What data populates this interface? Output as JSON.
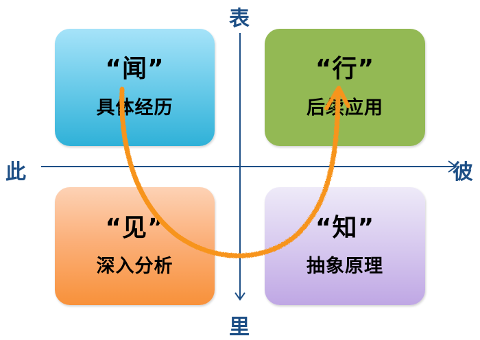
{
  "axes": {
    "top": "表",
    "bottom": "里",
    "left": "此",
    "right": "彼",
    "color": "#1d4f86"
  },
  "quadrants": {
    "top_left": {
      "title": "“闻”",
      "subtitle": "具体经历",
      "color": "#4fc0e3"
    },
    "top_right": {
      "title": "“行”",
      "subtitle": "后续应用",
      "color": "#93b954"
    },
    "bottom_left": {
      "title": "“见”",
      "subtitle": "深入分析",
      "color": "#fab07a"
    },
    "bottom_right": {
      "title": "“知”",
      "subtitle": "抽象原理",
      "color": "#d5c6ee"
    }
  },
  "flow_arrow": {
    "color": "#f7941d",
    "path": [
      "闻",
      "见",
      "知",
      "行"
    ]
  }
}
